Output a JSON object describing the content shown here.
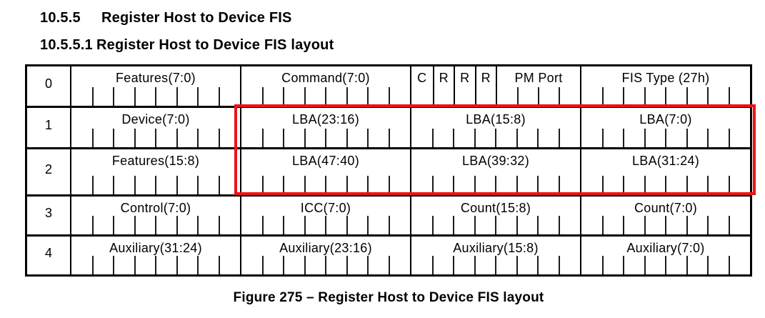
{
  "heading1": {
    "number": "10.5.5",
    "title": "Register Host to Device FIS"
  },
  "heading2": {
    "number": "10.5.5.1",
    "title": "Register Host to Device FIS layout"
  },
  "caption": "Figure 275 – Register Host to Device FIS layout",
  "colors": {
    "highlight": "#ec1313",
    "border": "#000000",
    "tick": "#1c1c1c",
    "text": "#000000"
  },
  "table": {
    "rows": [
      {
        "num": "0",
        "cells": [
          {
            "label": "Features(7:0)",
            "bits": 8
          },
          {
            "label": "Command(7:0)",
            "bits": 8
          },
          {
            "subcells": [
              {
                "label": "C",
                "bits": 1
              },
              {
                "label": "R",
                "bits": 1
              },
              {
                "label": "R",
                "bits": 1
              },
              {
                "label": "R",
                "bits": 1
              },
              {
                "label": "PM Port",
                "bits": 4
              }
            ]
          },
          {
            "label": "FIS Type (27h)",
            "bits": 8
          }
        ]
      },
      {
        "num": "1",
        "cells": [
          {
            "label": "Device(7:0)",
            "bits": 8
          },
          {
            "label": "LBA(23:16)",
            "bits": 8
          },
          {
            "label": "LBA(15:8)",
            "bits": 8
          },
          {
            "label": "LBA(7:0)",
            "bits": 8
          }
        ]
      },
      {
        "num": "2",
        "cells": [
          {
            "label": "Features(15:8)",
            "bits": 8
          },
          {
            "label": "LBA(47:40)",
            "bits": 8
          },
          {
            "label": "LBA(39:32)",
            "bits": 8
          },
          {
            "label": "LBA(31:24)",
            "bits": 8
          }
        ]
      },
      {
        "num": "3",
        "cells": [
          {
            "label": "Control(7:0)",
            "bits": 8
          },
          {
            "label": "ICC(7:0)",
            "bits": 8
          },
          {
            "label": "Count(15:8)",
            "bits": 8
          },
          {
            "label": "Count(7:0)",
            "bits": 8
          }
        ]
      },
      {
        "num": "4",
        "cells": [
          {
            "label": "Auxiliary(31:24)",
            "bits": 8
          },
          {
            "label": "Auxiliary(23:16)",
            "bits": 8
          },
          {
            "label": "Auxiliary(15:8)",
            "bits": 8
          },
          {
            "label": "Auxiliary(7:0)",
            "bits": 8
          }
        ]
      }
    ],
    "highlight_note_rows": [
      "1",
      "2"
    ]
  }
}
